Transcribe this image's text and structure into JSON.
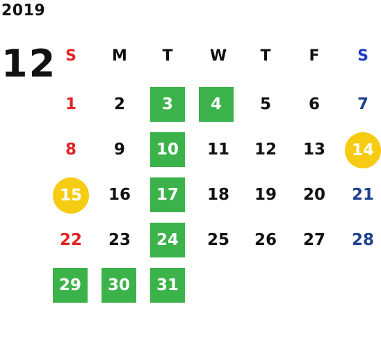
{
  "calendar": {
    "year": "2019",
    "month": "12",
    "weekdays": [
      "S",
      "M",
      "T",
      "W",
      "T",
      "F",
      "S"
    ],
    "weeks": [
      [
        null,
        "1",
        "2",
        "3",
        "4",
        "5",
        "6",
        "7"
      ],
      [
        null,
        "8",
        "9",
        "10",
        "11",
        "12",
        "13",
        "14"
      ],
      [
        null,
        "15",
        "16",
        "17",
        "18",
        "19",
        "20",
        "21"
      ],
      [
        null,
        "22",
        "23",
        "24",
        "25",
        "26",
        "27",
        "28"
      ],
      [
        null,
        "29",
        "30",
        "31"
      ]
    ],
    "colors": {
      "green_highlight": "#3cb34a",
      "yellow_holiday": "#f6cc12",
      "sunday": "#e02424",
      "saturday": "#1f4191"
    }
  }
}
